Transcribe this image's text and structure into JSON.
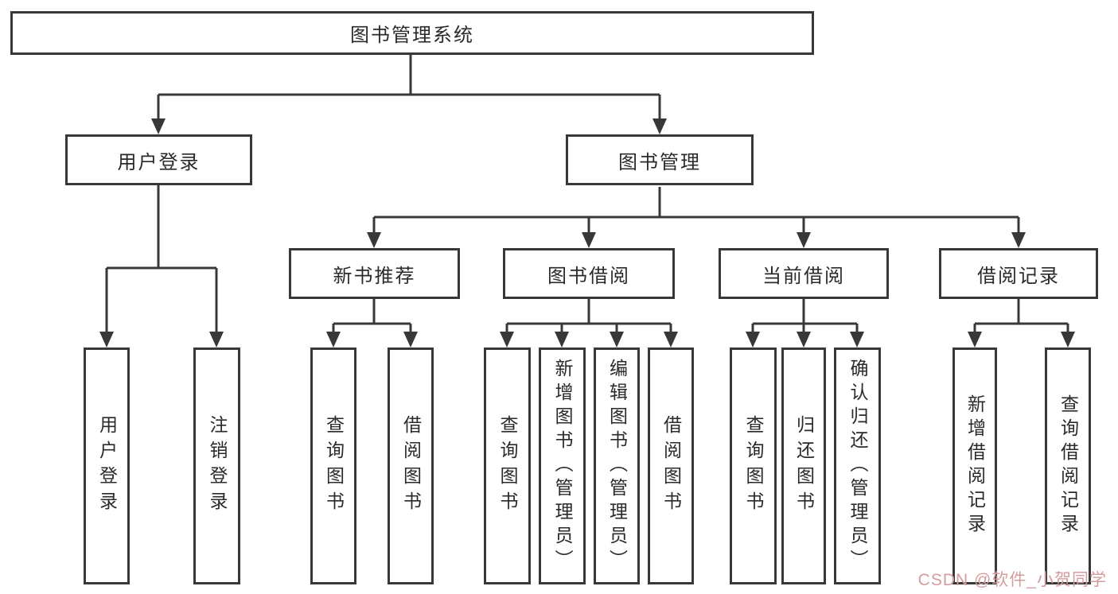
{
  "diagram": {
    "root": {
      "label": "图书管理系统"
    },
    "branches": [
      {
        "label": "用户登录",
        "children": [
          "用户登录",
          "注销登录"
        ]
      },
      {
        "label": "图书管理",
        "sections": [
          {
            "label": "新书推荐",
            "children": [
              "查询图书",
              "借阅图书"
            ]
          },
          {
            "label": "图书借阅",
            "children": [
              "查询图书",
              "新增图书（管理员）",
              "编辑图书（管理员）",
              "借阅图书"
            ]
          },
          {
            "label": "当前借阅",
            "children": [
              "查询图书",
              "归还图书",
              "确认归还（管理员）"
            ]
          },
          {
            "label": "借阅记录",
            "children": [
              "新增借阅记录",
              "查询借阅记录"
            ]
          }
        ]
      }
    ]
  },
  "watermark": {
    "text": "CSDN @软件_小贺同学",
    "color": "#d49c9c"
  },
  "colors": {
    "line": "#383838",
    "box_border": "#383838",
    "text": "#2a2a2a",
    "background": "#ffffff"
  }
}
